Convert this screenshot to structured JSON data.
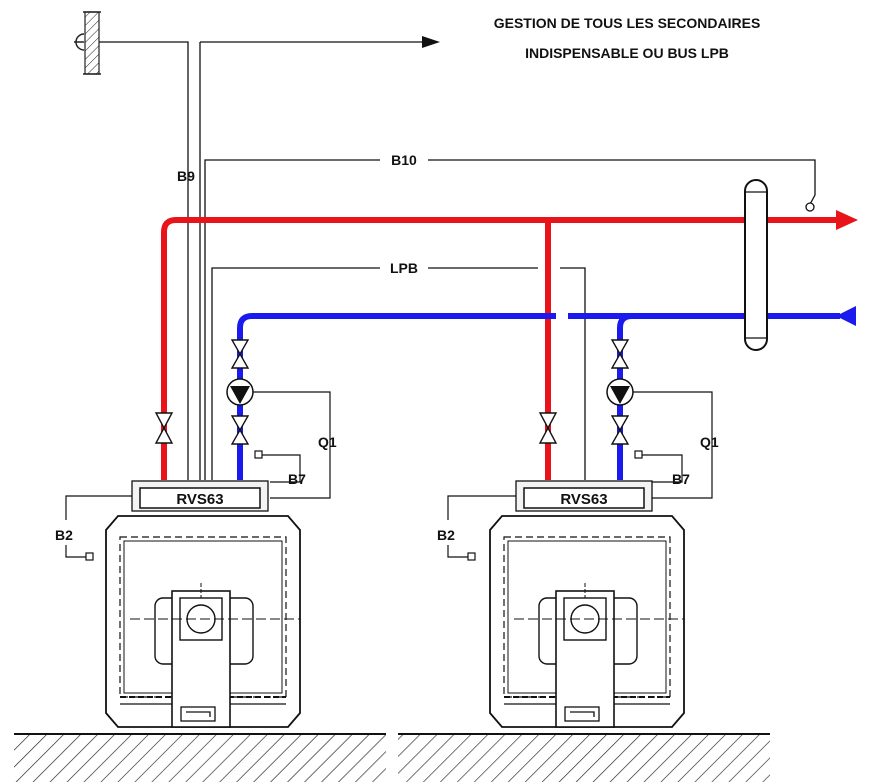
{
  "title_line1": "GESTION DE TOUS LES SECONDAIRES",
  "title_line2": "INDISPENSABLE OU BUS LPB",
  "labels": {
    "b9": "B9",
    "b10": "B10",
    "lpb": "LPB",
    "q1_left": "Q1",
    "b7_left": "B7",
    "b2_left": "B2",
    "rvs_left": "RVS63",
    "q1_right": "Q1",
    "b7_right": "B7",
    "b2_right": "B2",
    "rvs_right": "RVS63"
  },
  "colors": {
    "supply": "#e8131b",
    "return": "#1a1aee",
    "line": "#111111"
  }
}
